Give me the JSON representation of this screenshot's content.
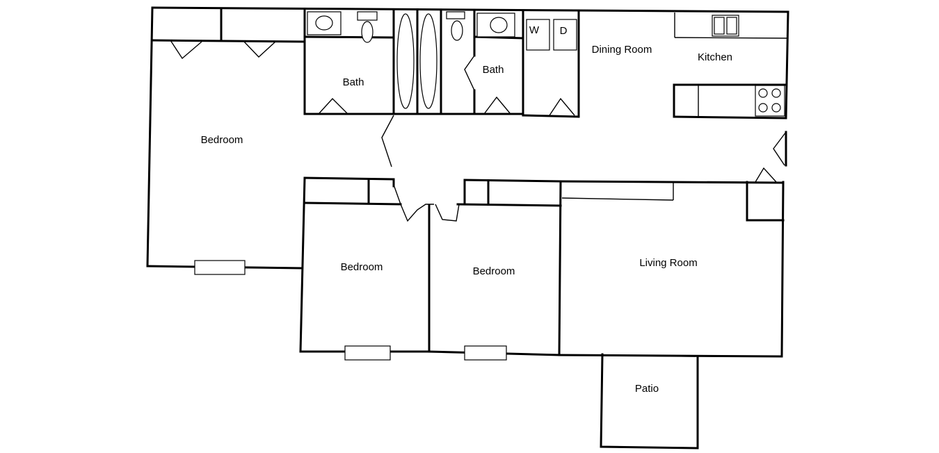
{
  "rooms": {
    "bedroom_master": "Bedroom",
    "bath_left": "Bath",
    "bath_right": "Bath",
    "dining_room": "Dining Room",
    "kitchen": "Kitchen",
    "bedroom_middle": "Bedroom",
    "bedroom_right": "Bedroom",
    "living_room": "Living Room",
    "patio": "Patio"
  },
  "appliances": {
    "washer": "W",
    "dryer": "D"
  }
}
